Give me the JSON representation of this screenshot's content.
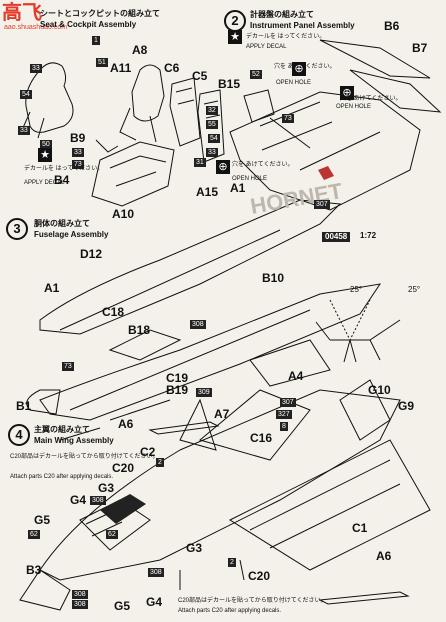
{
  "watermark": {
    "logo": "高飞",
    "url": "aao.shuashuao.com"
  },
  "background_title": "HORNET",
  "steps": [
    {
      "number": "1",
      "title_jp": "シートとコックピットの組み立て",
      "title_en": "Seat & Cockpit Assembly"
    },
    {
      "number": "2",
      "title_jp": "計器盤の組み立て",
      "title_en": "Instrument Panel Assembly"
    },
    {
      "number": "3",
      "title_jp": "胴体の組み立て",
      "title_en": "Fuselage Assembly"
    },
    {
      "number": "4",
      "title_jp": "主翼の組み立て",
      "title_en": "Main Wing Assembly"
    }
  ],
  "parts": {
    "A8": "A8",
    "A11": "A11",
    "C6": "C6",
    "C5": "C5",
    "B9": "B9",
    "B4": "B4",
    "A10": "A10",
    "A15": "A15",
    "B6": "B6",
    "B7": "B7",
    "B15": "B15",
    "A1_top": "A1",
    "D12": "D12",
    "A1": "A1",
    "B10": "B10",
    "C18": "C18",
    "B18": "B18",
    "C19": "C19",
    "B19": "B19",
    "A4": "A4",
    "B1": "B1",
    "A6": "A6",
    "A7": "A7",
    "C2": "C2",
    "C16": "C16",
    "G10": "G10",
    "G9": "G9",
    "C20": "C20",
    "G3": "G3",
    "G4": "G4",
    "G5": "G5",
    "C1": "C1",
    "B3": "B3",
    "G3b": "G3",
    "C20b": "C20",
    "A6b": "A6",
    "G4b": "G4",
    "G5b": "G5"
  },
  "decal_numbers": {
    "d1": "1",
    "d51": "51",
    "d33a": "33",
    "d54a": "54",
    "d33b": "33",
    "d50": "50",
    "d33c": "33",
    "d73a": "73",
    "d32": "32",
    "d55": "55",
    "d54b": "54",
    "d33d": "33",
    "d31": "31",
    "d52": "52",
    "d73b": "73",
    "d307a": "307",
    "d308a": "308",
    "d73c": "73",
    "d309": "309",
    "d307b": "307",
    "d327": "327",
    "d8": "8",
    "d2a": "2",
    "d2b": "2",
    "d308b": "308",
    "d62a": "62",
    "d62b": "62",
    "d308c": "308",
    "d308d": "308",
    "d308e": "308"
  },
  "decal_notes": {
    "apply1_jp": "デカールを はってください。",
    "apply1_en": "APPLY DECAL",
    "apply2_jp": "デカールを はってください。",
    "apply2_en": "APPLY DECAL",
    "hole1_jp": "穴を あけてください。",
    "hole1_en": "OPEN HOLE",
    "hole2_jp": "穴を あけてください。",
    "hole2_en": "OPEN HOLE",
    "hole3_jp": "穴を あけてください。",
    "hole3_en": "OPEN HOLE"
  },
  "notes": {
    "c20_top_jp": "C20部品はデカールを貼ってから取り付けてください。",
    "c20_top_en": "Attach parts C20 after applying decals.",
    "c20_bottom_jp": "C20部品はデカールを貼ってから取り付けてください。",
    "c20_bottom_en": "Attach parts C20 after applying decals."
  },
  "angles": {
    "left": "25°",
    "right": "25°"
  },
  "scale_badge": {
    "number": "00458",
    "scale": "1:72"
  }
}
